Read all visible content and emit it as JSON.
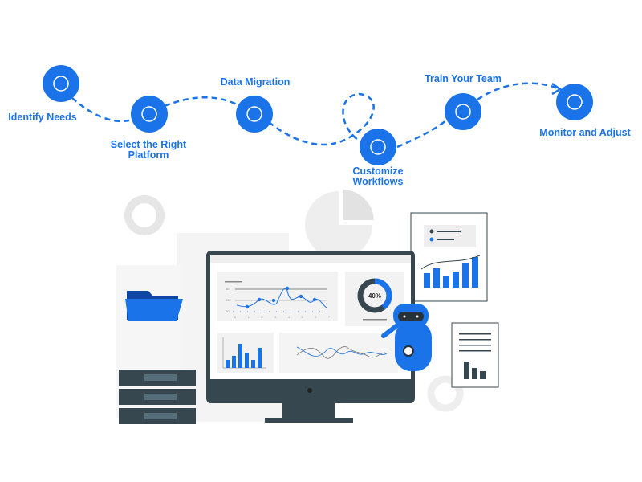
{
  "steps": [
    {
      "label_lines": [
        "Identify Needs"
      ],
      "icon": "magnifier-people-icon"
    },
    {
      "label_lines": [
        "Select the Right",
        "Platform"
      ],
      "icon": "hand-select-icon"
    },
    {
      "label_lines": [
        "Data Migration"
      ],
      "icon": "cloud-transfer-icon"
    },
    {
      "label_lines": [
        "Customize",
        "Workflows"
      ],
      "icon": "workflow-icon"
    },
    {
      "label_lines": [
        "Train Your Team"
      ],
      "icon": "team-icon"
    },
    {
      "label_lines": [
        "Monitor and Adjust"
      ],
      "icon": "person-dashboard-icon"
    }
  ],
  "colors": {
    "accent": "#1a73e8",
    "dark": "#37474f",
    "light_gray": "#eeeeee"
  },
  "dashboard": {
    "donut_label": "40%",
    "donut_percent": 40,
    "line_chart": {
      "x_ticks": [
        "0",
        "1",
        "2",
        "3",
        "4",
        "5",
        "6",
        "7"
      ],
      "y_ticks": [
        "30",
        "20",
        "10"
      ]
    }
  }
}
